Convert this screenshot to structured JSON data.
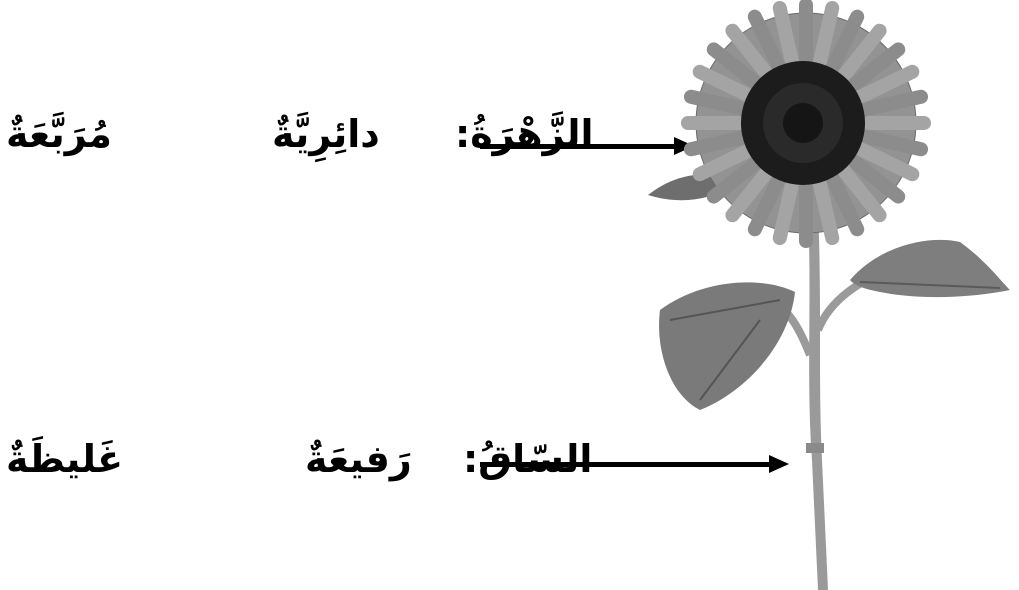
{
  "rows": [
    {
      "label": "الزَّهْرَةُ:",
      "option1": "دائِرِيَّةٌ",
      "option2": "مُرَبَّعَةٌ"
    },
    {
      "label": "السّاقُ:",
      "option1": "رَفيعَةٌ",
      "option2": "غَليظَةٌ"
    }
  ],
  "image": {
    "subject": "sunflower",
    "icon": "sunflower-illustration"
  },
  "colors": {
    "text": "#000000",
    "petals": "#8a8a8a",
    "center": "#1c1c1c",
    "leaves": "#7a7a7a",
    "stem": "#9a9a9a"
  }
}
